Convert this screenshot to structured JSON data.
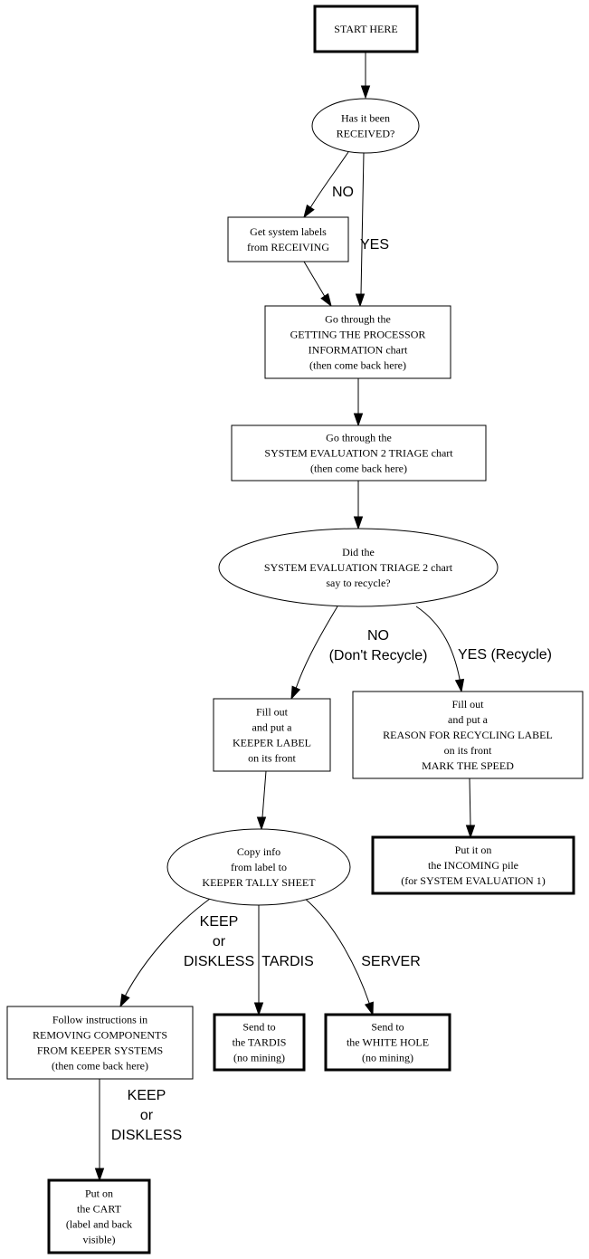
{
  "diagram": {
    "nodes": {
      "start": {
        "shape": "box-bold",
        "lines": [
          "START HERE"
        ]
      },
      "received": {
        "shape": "ellipse",
        "lines": [
          "Has it been",
          "RECEIVED?"
        ]
      },
      "get_labels": {
        "shape": "box",
        "lines": [
          "Get system labels",
          "from RECEIVING"
        ]
      },
      "processor": {
        "shape": "box",
        "lines": [
          "Go through the",
          "GETTING THE PROCESSOR",
          "INFORMATION chart",
          "(then come back here)"
        ]
      },
      "triage": {
        "shape": "box",
        "lines": [
          "Go through the",
          "SYSTEM EVALUATION 2 TRIAGE chart",
          "(then come back here)"
        ]
      },
      "recycle_q": {
        "shape": "ellipse",
        "lines": [
          "Did the",
          "SYSTEM EVALUATION TRIAGE 2 chart",
          "say to recycle?"
        ]
      },
      "keeper_label": {
        "shape": "box",
        "lines": [
          "Fill out",
          "and put a",
          "KEEPER LABEL",
          "on its front"
        ]
      },
      "recycle_label": {
        "shape": "box",
        "lines": [
          "Fill out",
          "and put a",
          "REASON FOR RECYCLING LABEL",
          "on its front",
          "MARK THE SPEED"
        ]
      },
      "incoming": {
        "shape": "box-bold",
        "lines": [
          "Put it on",
          "the INCOMING pile",
          "(for SYSTEM EVALUATION 1)"
        ]
      },
      "copy_info": {
        "shape": "ellipse",
        "lines": [
          "Copy info",
          "from label to",
          "KEEPER TALLY SHEET"
        ]
      },
      "removing": {
        "shape": "box",
        "lines": [
          "Follow instructions in",
          "REMOVING COMPONENTS",
          "FROM KEEPER SYSTEMS",
          "(then come back here)"
        ]
      },
      "tardis": {
        "shape": "box-bold",
        "lines": [
          "Send to",
          "the TARDIS",
          "(no mining)"
        ]
      },
      "white_hole": {
        "shape": "box-bold",
        "lines": [
          "Send to",
          "the WHITE HOLE",
          "(no mining)"
        ]
      },
      "cart": {
        "shape": "box-bold",
        "lines": [
          "Put on",
          "the CART",
          "(label and back",
          "visible)"
        ]
      }
    },
    "edges": [
      {
        "from": "start",
        "to": "received",
        "label": []
      },
      {
        "from": "received",
        "to": "get_labels",
        "label": [
          "NO"
        ]
      },
      {
        "from": "received",
        "to": "processor",
        "label": [
          "YES"
        ]
      },
      {
        "from": "get_labels",
        "to": "processor",
        "label": []
      },
      {
        "from": "processor",
        "to": "triage",
        "label": []
      },
      {
        "from": "triage",
        "to": "recycle_q",
        "label": []
      },
      {
        "from": "recycle_q",
        "to": "keeper_label",
        "label": [
          "NO",
          "(Don't Recycle)"
        ]
      },
      {
        "from": "recycle_q",
        "to": "recycle_label",
        "label": [
          "YES (Recycle)"
        ]
      },
      {
        "from": "recycle_label",
        "to": "incoming",
        "label": []
      },
      {
        "from": "keeper_label",
        "to": "copy_info",
        "label": []
      },
      {
        "from": "copy_info",
        "to": "removing",
        "label": [
          "KEEP",
          "or",
          "DISKLESS"
        ]
      },
      {
        "from": "copy_info",
        "to": "tardis",
        "label": [
          "TARDIS"
        ]
      },
      {
        "from": "copy_info",
        "to": "white_hole",
        "label": [
          "SERVER"
        ]
      },
      {
        "from": "removing",
        "to": "cart",
        "label": [
          "KEEP",
          "or",
          "DISKLESS"
        ]
      }
    ]
  }
}
